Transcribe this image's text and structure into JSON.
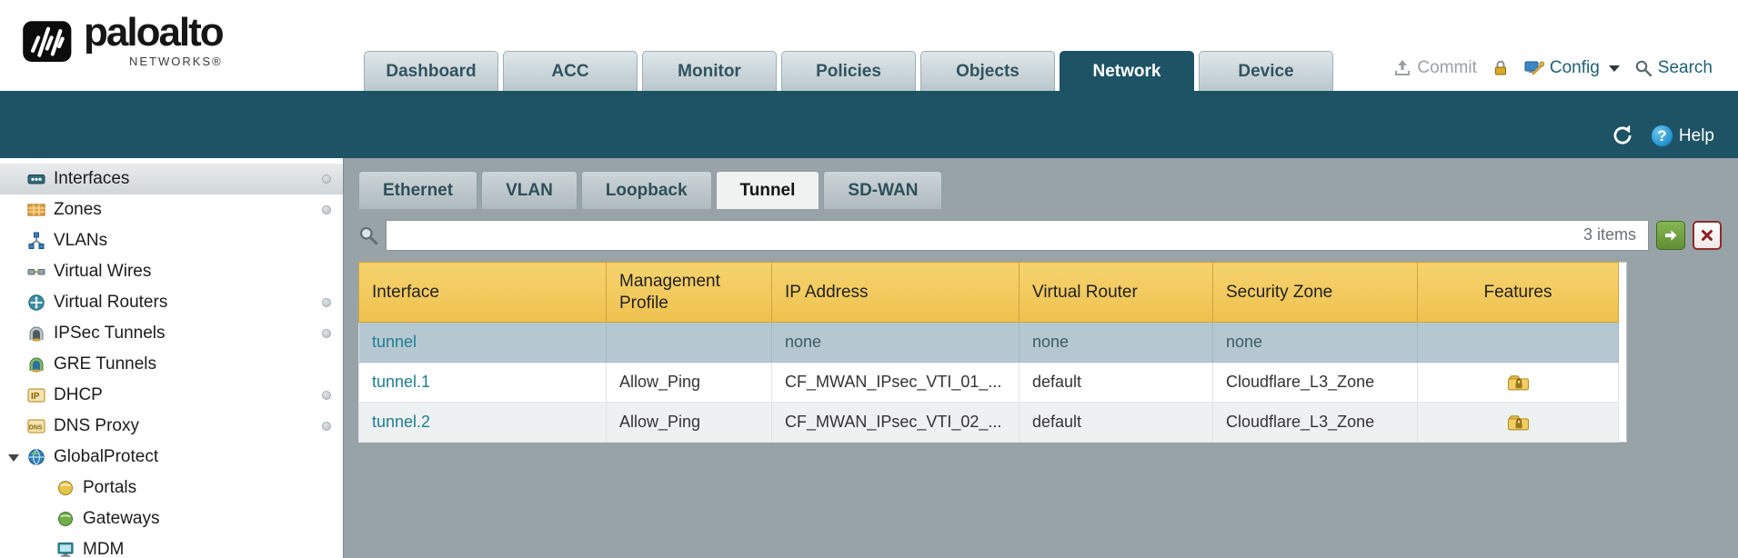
{
  "brand": {
    "name": "paloalto",
    "subname": "NETWORKS®"
  },
  "nav": {
    "tabs": [
      {
        "label": "Dashboard",
        "active": false
      },
      {
        "label": "ACC",
        "active": false
      },
      {
        "label": "Monitor",
        "active": false
      },
      {
        "label": "Policies",
        "active": false
      },
      {
        "label": "Objects",
        "active": false
      },
      {
        "label": "Network",
        "active": true
      },
      {
        "label": "Device",
        "active": false
      }
    ],
    "actions": {
      "commit": "Commit",
      "config": "Config",
      "search": "Search"
    }
  },
  "toolbar": {
    "help": "Help",
    "help_glyph": "?"
  },
  "sidebar": {
    "items": [
      {
        "label": "Interfaces",
        "icon": "interfaces-icon",
        "selected": true,
        "dot": true
      },
      {
        "label": "Zones",
        "icon": "zones-icon",
        "dot": true
      },
      {
        "label": "VLANs",
        "icon": "vlans-icon"
      },
      {
        "label": "Virtual Wires",
        "icon": "virtual-wires-icon"
      },
      {
        "label": "Virtual Routers",
        "icon": "virtual-routers-icon",
        "dot": true
      },
      {
        "label": "IPSec Tunnels",
        "icon": "ipsec-tunnels-icon",
        "dot": true
      },
      {
        "label": "GRE Tunnels",
        "icon": "gre-tunnels-icon"
      },
      {
        "label": "DHCP",
        "icon": "dhcp-icon",
        "dot": true
      },
      {
        "label": "DNS Proxy",
        "icon": "dns-proxy-icon",
        "dot": true
      },
      {
        "label": "GlobalProtect",
        "icon": "globalprotect-icon",
        "expanded": true
      },
      {
        "label": "Portals",
        "icon": "portals-icon",
        "indent": 1
      },
      {
        "label": "Gateways",
        "icon": "gateways-icon",
        "indent": 1
      },
      {
        "label": "MDM",
        "icon": "mdm-icon",
        "indent": 1
      }
    ]
  },
  "subtabs": {
    "items": [
      {
        "label": "Ethernet",
        "active": false
      },
      {
        "label": "VLAN",
        "active": false
      },
      {
        "label": "Loopback",
        "active": false
      },
      {
        "label": "Tunnel",
        "active": true
      },
      {
        "label": "SD-WAN",
        "active": false
      }
    ]
  },
  "search": {
    "value": "",
    "count": "3 items"
  },
  "table": {
    "columns": [
      "Interface",
      "Management Profile",
      "IP Address",
      "Virtual Router",
      "Security Zone",
      "Features"
    ],
    "features_icon": "folder-lock-icon",
    "rows": [
      {
        "interface": "tunnel",
        "management_profile": "",
        "ip_address": "none",
        "virtual_router": "none",
        "security_zone": "none",
        "features": false,
        "selected": true
      },
      {
        "interface": "tunnel.1",
        "management_profile": "Allow_Ping",
        "ip_address": "CF_MWAN_IPsec_VTI_01_...",
        "virtual_router": "default",
        "security_zone": "Cloudflare_L3_Zone",
        "features": true,
        "selected": false
      },
      {
        "interface": "tunnel.2",
        "management_profile": "Allow_Ping",
        "ip_address": "CF_MWAN_IPsec_VTI_02_...",
        "virtual_router": "default",
        "security_zone": "Cloudflare_L3_Zone",
        "features": true,
        "selected": false
      }
    ]
  },
  "colors": {
    "accent_teal": "#1d5365",
    "table_header_yellow": "#eec14f",
    "link_teal": "#1f7d95",
    "selected_row": "#b5c8d1",
    "apply_green": "#6d9f3e",
    "clear_red": "#8e1d1d"
  }
}
